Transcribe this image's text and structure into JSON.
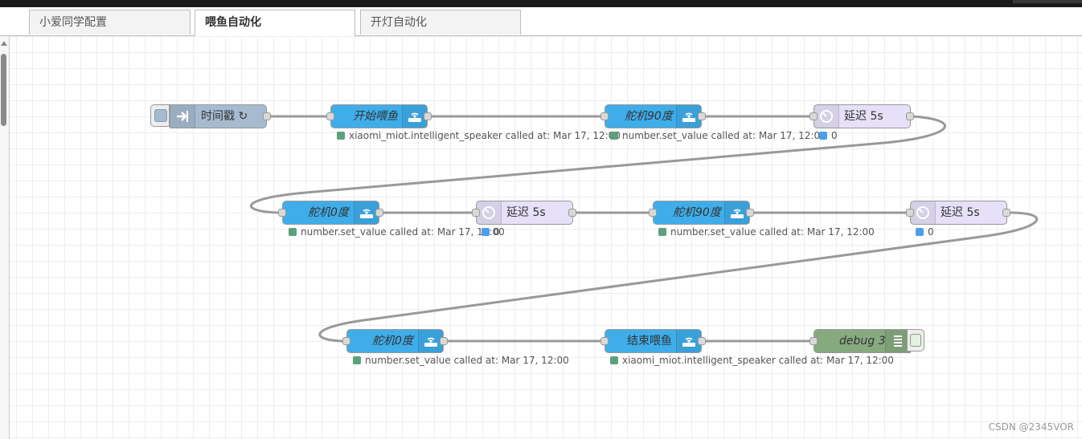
{
  "tabs": [
    {
      "label": "小爱同学配置",
      "active": false
    },
    {
      "label": "喂鱼自动化",
      "active": true
    },
    {
      "label": "开灯自动化",
      "active": false
    }
  ],
  "nodes": {
    "inject": {
      "label": "时间戳 ↻"
    },
    "start_feed": {
      "label": "开始喂鱼",
      "status": "xiaomi_miot.intelligent_speaker called at: Mar 17, 12:00"
    },
    "servo90_a": {
      "label": "舵机90度",
      "status": "number.set_value called at: Mar 17, 12:00"
    },
    "delay_a": {
      "label": "延迟 5s",
      "status": "0"
    },
    "servo0_a": {
      "label": "舵机0度",
      "status": "number.set_value called at: Mar 17, 12:00"
    },
    "delay_b": {
      "label": "延迟 5s",
      "status": "0"
    },
    "servo90_b": {
      "label": "舵机90度",
      "status": "number.set_value called at: Mar 17, 12:00"
    },
    "delay_c": {
      "label": "延迟 5s",
      "status": "0"
    },
    "servo0_b": {
      "label": "舵机0度",
      "status": "number.set_value called at: Mar 17, 12:00"
    },
    "end_feed": {
      "label": "结束喂鱼",
      "status": "xiaomi_miot.intelligent_speaker called at: Mar 17, 12:00"
    },
    "debug": {
      "label": "debug 3"
    }
  },
  "colors": {
    "service_node": "#3fadea",
    "delay_node": "#e6e0f8",
    "inject_node": "#a6bbcf",
    "debug_node": "#87a980",
    "status_green": "#5ba17b",
    "status_blue": "#4a9fe8",
    "wire": "#999999"
  },
  "icons": {
    "service": "router-icon",
    "delay": "timer-icon",
    "inject": "arrow-in-icon",
    "debug": "list-icon"
  },
  "watermark": "CSDN @2345VOR"
}
